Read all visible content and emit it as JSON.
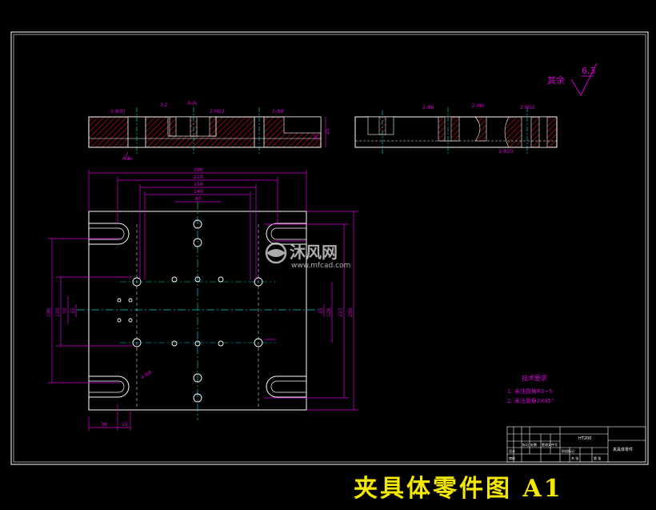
{
  "drawing": {
    "caption": "夹具体零件图 A1",
    "surface_finish": {
      "label": "其余",
      "value": "6.3"
    },
    "watermark": {
      "brand": "沐风网",
      "url": "www.mfcad.com"
    },
    "tech_requirements": {
      "title": "技术要求",
      "items": [
        "1. 未注圆角R3~5",
        "2. 未注倒角2X45°"
      ]
    },
    "title_block": {
      "material": "HT200",
      "part_name": "夹具体零件",
      "row_labels": [
        "标记",
        "处数",
        "分区",
        "更改文件号",
        "签名",
        "年月日",
        "设计",
        "审核",
        "工艺",
        "批准"
      ],
      "small_labels": [
        "阶段标记",
        "重量",
        "比例",
        "共 张",
        "第 张"
      ]
    },
    "section_labels": {
      "section": "A-A"
    },
    "dimensions": {
      "top_width": [
        "290",
        "210",
        "150",
        "140",
        "80"
      ],
      "left_height": [
        "190",
        "120",
        "70",
        "35"
      ],
      "right_height": [
        "35",
        "126",
        "227",
        "290"
      ],
      "bottom_width": [
        "38",
        "15"
      ],
      "top_view_left": [
        "2-Φ30",
        "2-M12",
        "6-M8",
        "2-Φ8"
      ],
      "top_view_right": [
        "2-Φ8",
        "2-M6",
        "2-M12",
        "2-Φ20"
      ],
      "thickness": [
        "25",
        "30"
      ],
      "roughness_a": "3.2",
      "roughness_b": "6.3",
      "hole_note": "4-Φ8"
    },
    "colors": {
      "background": "#000000",
      "outline": "#ffffff",
      "dimension": "#d600d6",
      "centerline": "#00c8c8",
      "hatch": "#e0141e",
      "caption": "#f5e800",
      "watermark": "#d8d8d8"
    }
  }
}
